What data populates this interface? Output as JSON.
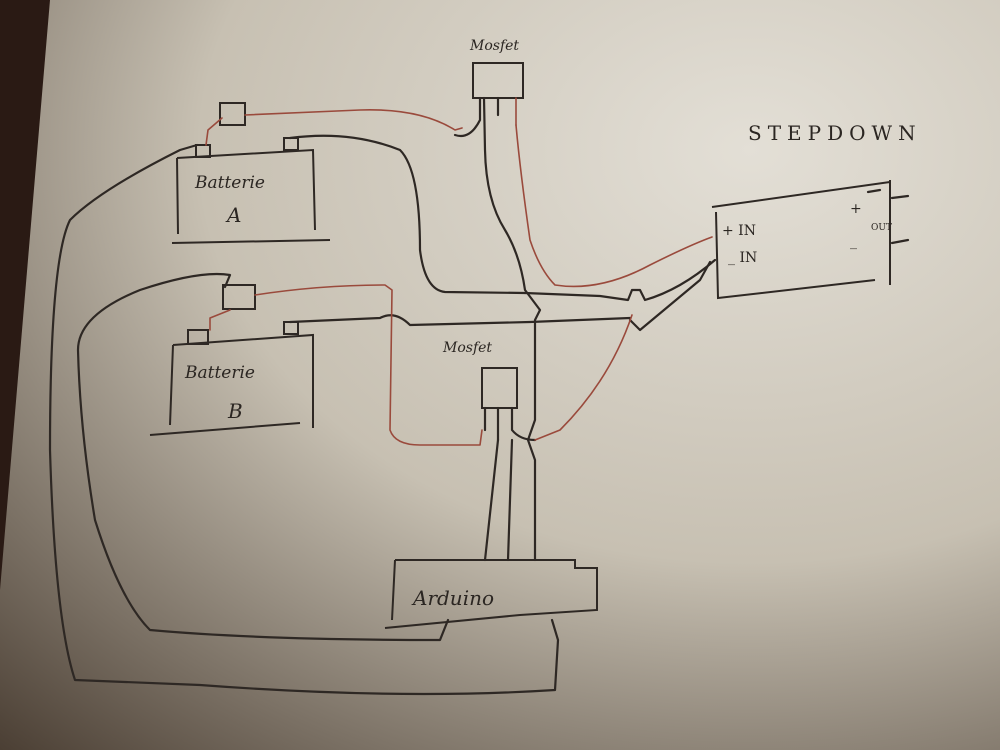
{
  "diagram": {
    "kind": "hand-drawn wiring sketch",
    "colors": {
      "paper": "#d6d1c6",
      "ink": "#2e2824",
      "red_wire": "#9a4a3c",
      "table": "#2a1a14"
    },
    "components": {
      "mosfet_top": {
        "label": "Mosfet"
      },
      "mosfet_mid": {
        "label": "Mosfet"
      },
      "battery_a": {
        "label": "Batterie",
        "id": "A"
      },
      "battery_b": {
        "label": "Batterie",
        "id": "B"
      },
      "stepdown": {
        "title": "STEPDOWN",
        "in_plus": "+ IN",
        "in_minus": "_ IN",
        "out_plus": "+",
        "out_label": "OUT",
        "out_minus": "_"
      },
      "arduino": {
        "label": "Arduino"
      }
    }
  }
}
